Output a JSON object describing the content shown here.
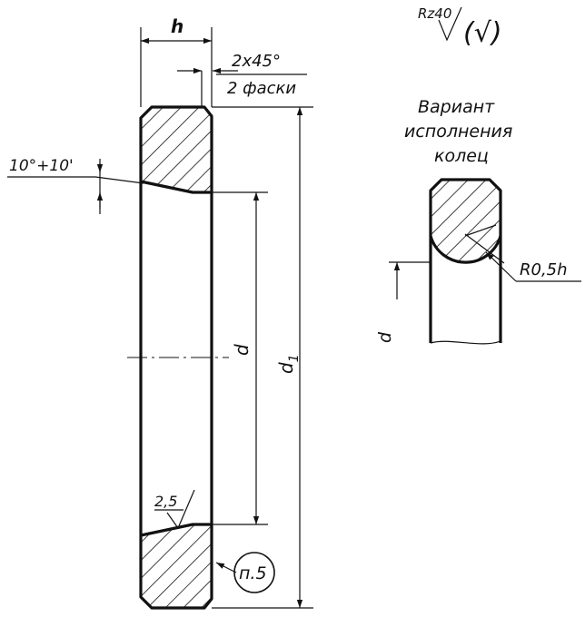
{
  "labels": {
    "h": "h",
    "chamfer": "2x45°",
    "chamfer_count": "2 фаски",
    "angle": "10°+10'",
    "d": "d",
    "d1": "d",
    "d1_sub": "1",
    "roughness_small": "2,5",
    "roughness_top": "Rz40",
    "roughness_paren": "(√)",
    "note_ref": "п.5",
    "variant_title": [
      "Вариант",
      "исполнения",
      "колец"
    ],
    "radius": "R0,5h",
    "variant_d": "d"
  },
  "colors": {
    "line": "#111111",
    "background": "#ffffff"
  }
}
